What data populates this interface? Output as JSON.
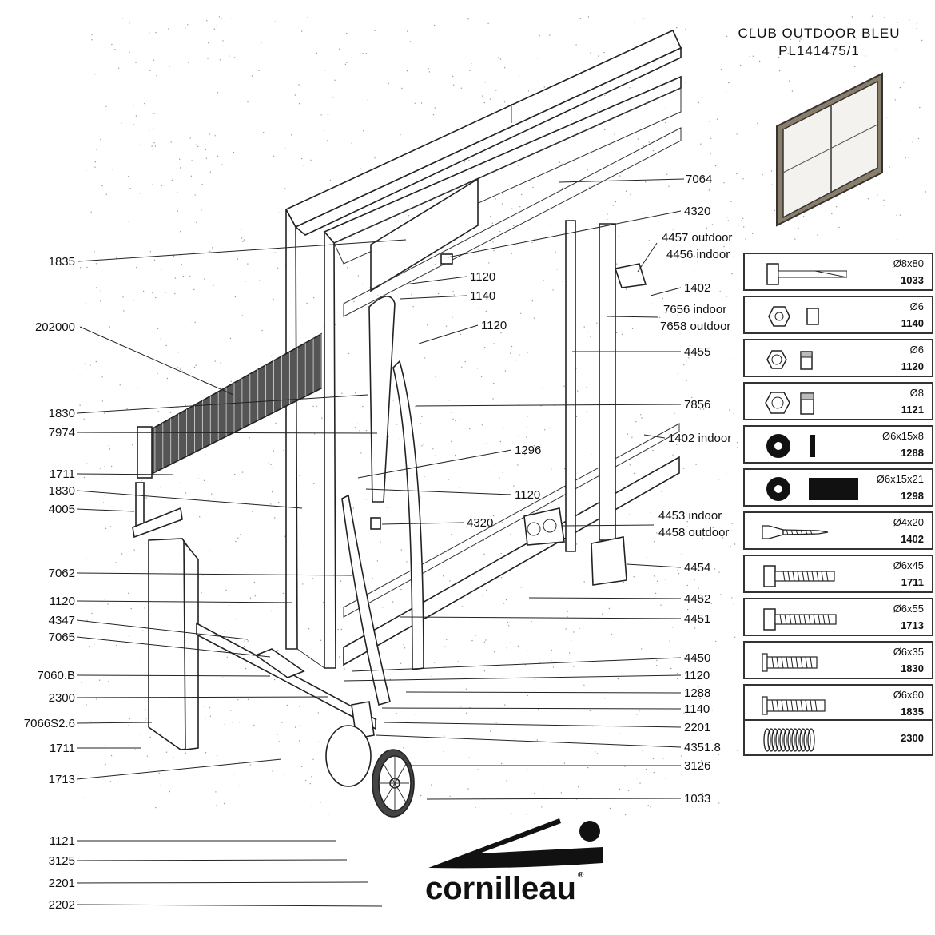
{
  "header": {
    "model": "CLUB  OUTDOOR  BLEU",
    "reference": "PL141475/1"
  },
  "brand": {
    "name": "cornilleau",
    "mark": "®"
  },
  "left_callouts": [
    "1835",
    "202000",
    "1830",
    "7974",
    "1711",
    "1830",
    "4005",
    "7062",
    "1120",
    "4347",
    "7065",
    "7060.B",
    "2300",
    "7066S2.6",
    "1711",
    "1713",
    "1121",
    "3125",
    "2201",
    "2202"
  ],
  "center_callouts": [
    "1120",
    "1140",
    "1120",
    "1296",
    "1120",
    "4320"
  ],
  "right_callouts": [
    "7064",
    "4320",
    "4457 outdoor",
    "4456 indoor",
    "1402",
    "7656 indoor",
    "7658 outdoor",
    "4455",
    "7856",
    "1402 indoor",
    "4453 indoor",
    "4458 outdoor",
    "4454",
    "4452",
    "4451",
    "4450",
    "1120",
    "1288",
    "1140",
    "2201",
    "4351.8",
    "3126",
    "1033"
  ],
  "hardware": [
    {
      "size": "Ø8x80",
      "code": "1033",
      "icon": "long-bolt-icon"
    },
    {
      "size": "Ø6",
      "code": "1140",
      "icon": "nut-icon"
    },
    {
      "size": "Ø6",
      "code": "1120",
      "icon": "lock-nut-icon"
    },
    {
      "size": "Ø8",
      "code": "1121",
      "icon": "lock-nut-icon"
    },
    {
      "size": "Ø6x15x8",
      "code": "1288",
      "icon": "washer-icon"
    },
    {
      "size": "Ø6x15x21",
      "code": "1298",
      "icon": "spacer-icon"
    },
    {
      "size": "Ø4x20",
      "code": "1402",
      "icon": "wood-screw-icon"
    },
    {
      "size": "Ø6x45",
      "code": "1711",
      "icon": "hex-bolt-icon"
    },
    {
      "size": "Ø6x55",
      "code": "1713",
      "icon": "hex-bolt-icon"
    },
    {
      "size": "Ø6x35",
      "code": "1830",
      "icon": "threaded-screw-icon"
    },
    {
      "size": "Ø6x60",
      "code": "1835",
      "icon": "threaded-screw-icon"
    },
    {
      "size": "",
      "code": "2300",
      "icon": "spring-icon"
    }
  ]
}
